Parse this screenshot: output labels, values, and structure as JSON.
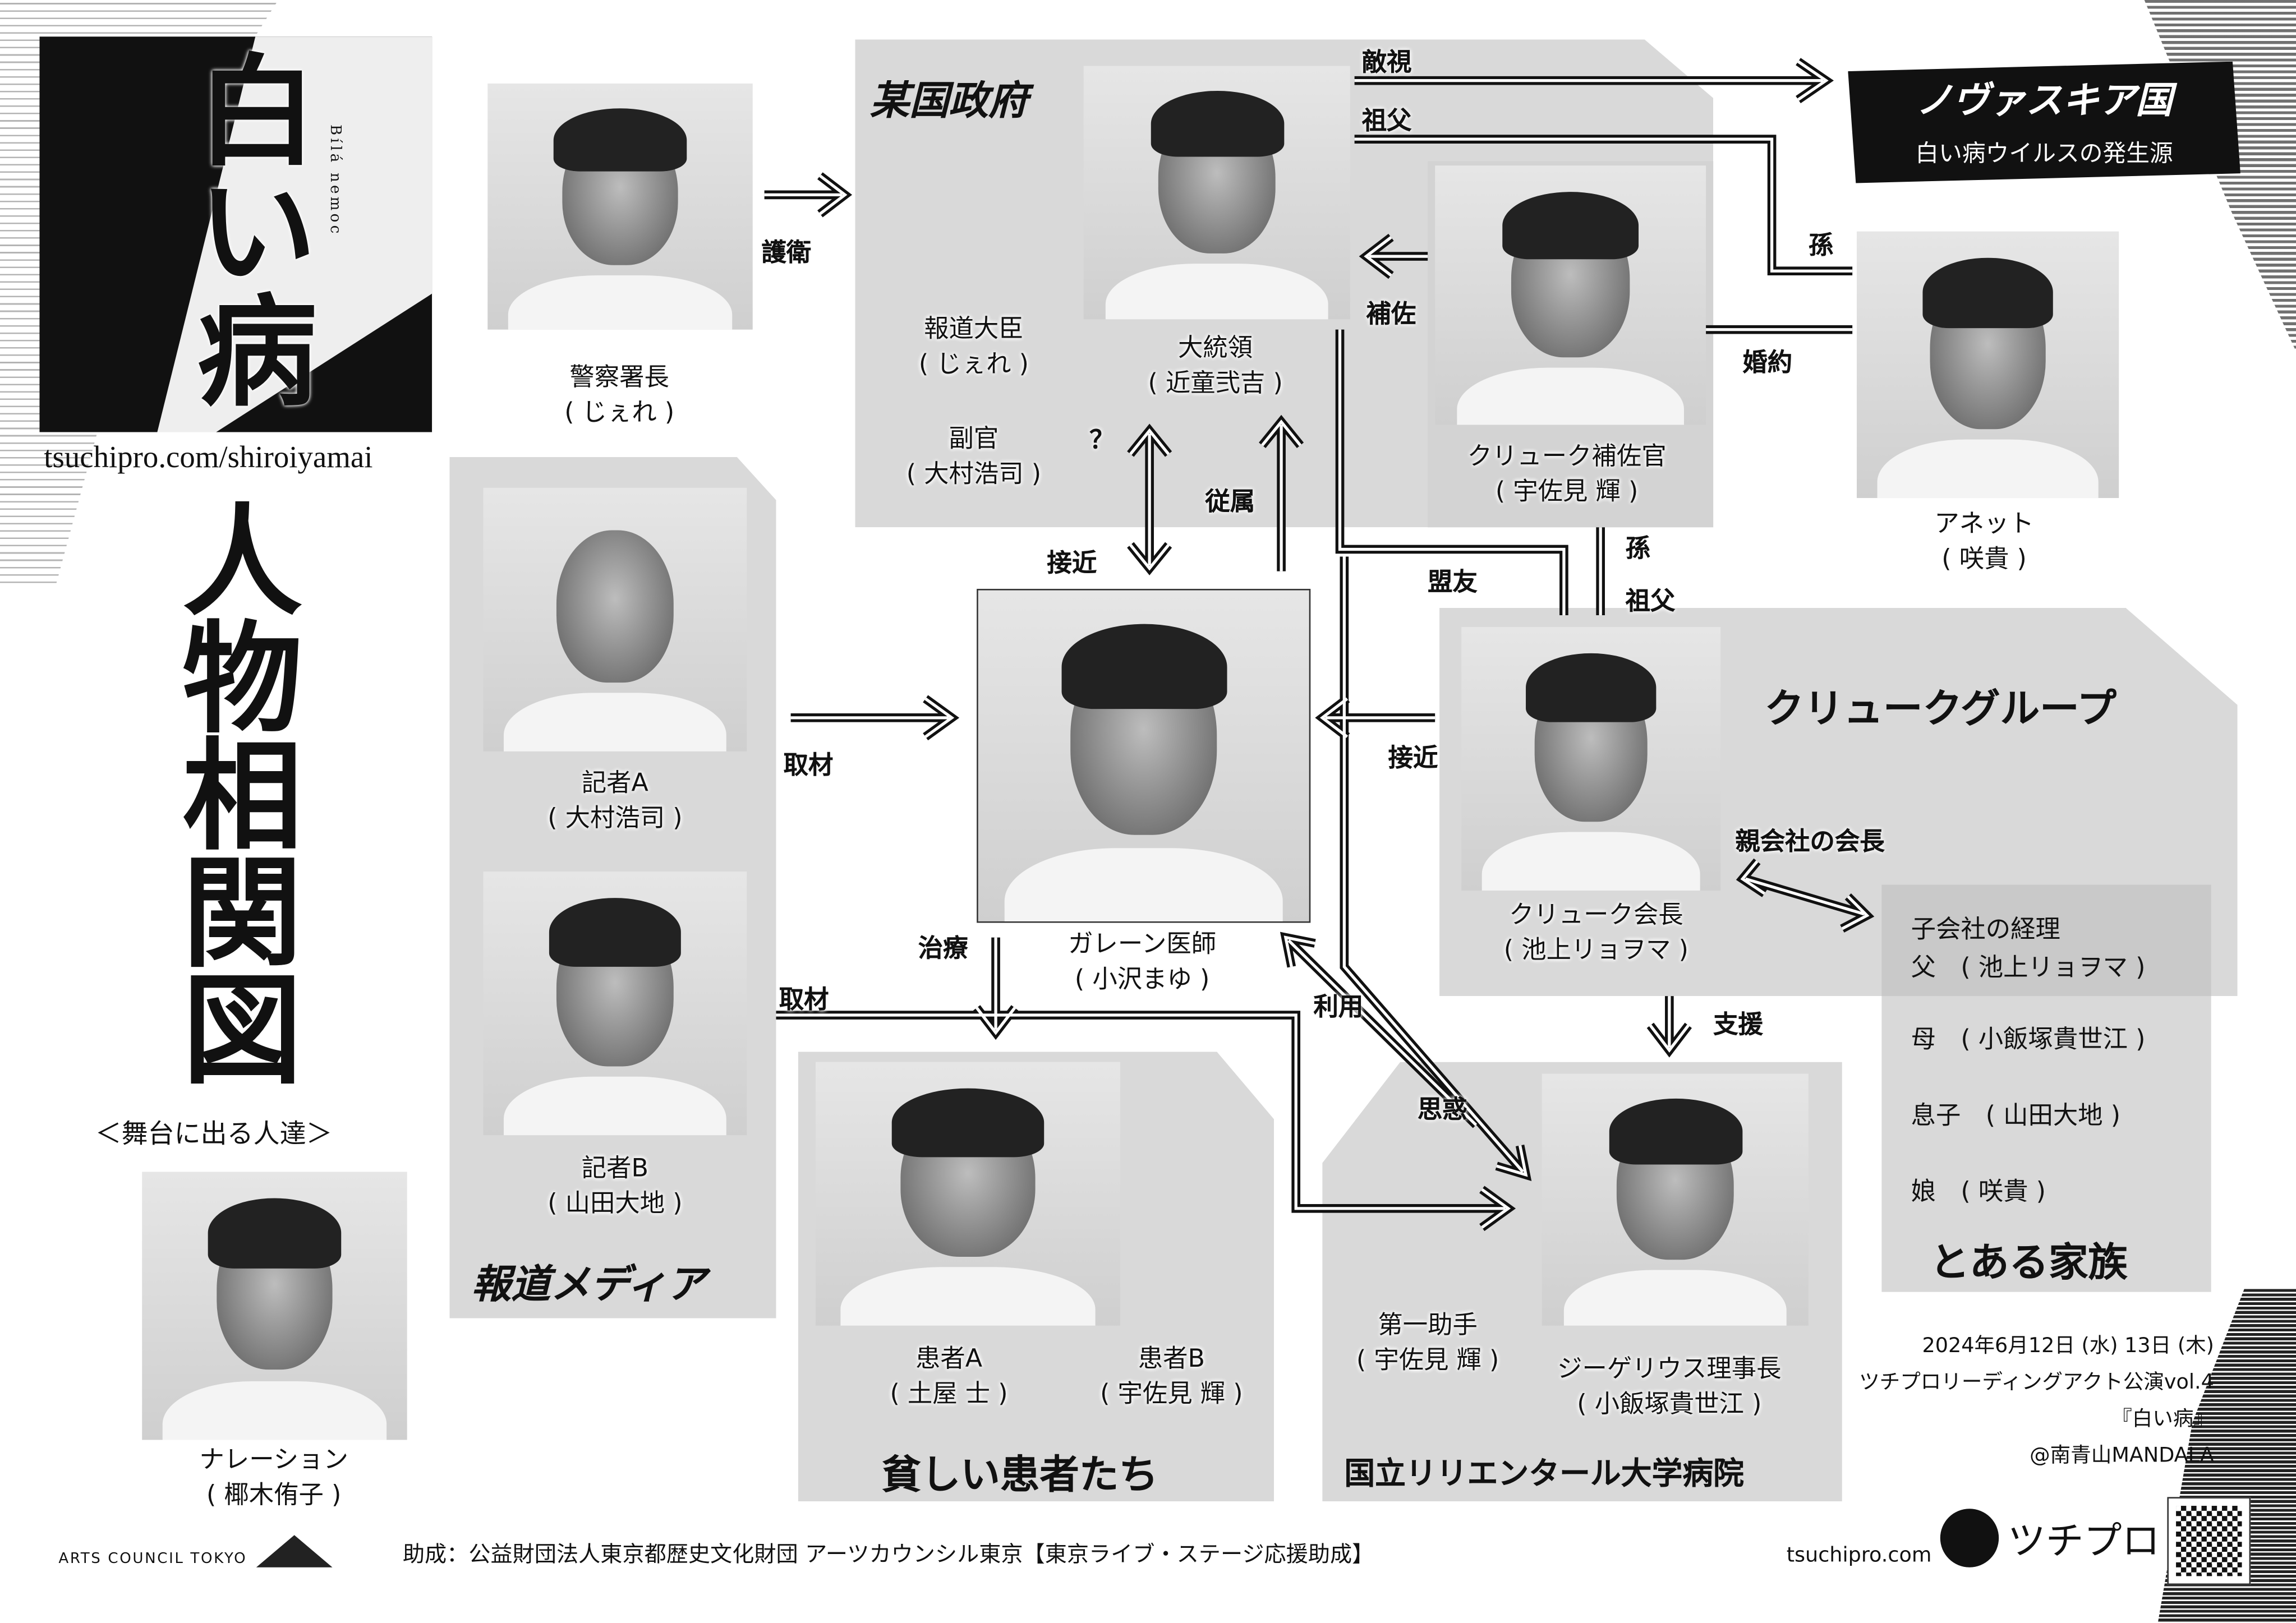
{
  "logo": {
    "title": "白い病",
    "subtitle": "Bílá nemoc"
  },
  "url": "tsuchipro.com/shiroiyamai",
  "page_title": "人物相関図",
  "page_subtitle": "＜舞台に出る人達＞",
  "narration": {
    "role": "ナレーション",
    "actor": "( 椰木侑子 )"
  },
  "characters": {
    "police_chief": {
      "role": "警察署長",
      "actor": "( じぇれ )"
    },
    "president": {
      "role": "大統領",
      "actor": "( 近童弐吉 )"
    },
    "press_minister": {
      "role": "報道大臣",
      "actor": "( じぇれ )"
    },
    "deputy": {
      "role": "副官",
      "actor": "( 大村浩司 )"
    },
    "cluke_aide": {
      "role": "クリューク補佐官",
      "actor": "( 宇佐見 輝 )"
    },
    "annette": {
      "role": "アネット",
      "actor": "( 咲貴 )"
    },
    "galen": {
      "role": "ガレーン医師",
      "actor": "( 小沢まゆ )"
    },
    "cluke_chairman": {
      "role": "クリューク会長",
      "actor": "( 池上リョヲマ )"
    },
    "reporter_a": {
      "role": "記者A",
      "actor": "( 大村浩司 )"
    },
    "reporter_b": {
      "role": "記者B",
      "actor": "( 山田大地 )"
    },
    "patient_a": {
      "role": "患者A",
      "actor": "( 土屋 士 )"
    },
    "patient_b": {
      "role": "患者B",
      "actor": "( 宇佐見 輝 )"
    },
    "first_assistant": {
      "role": "第一助手",
      "actor": "( 宇佐見 輝 )"
    },
    "director": {
      "role": "ジーゲリウス理事長",
      "actor": "( 小飯塚貴世江 )"
    }
  },
  "groups": {
    "government": "某国政府",
    "nation": {
      "name": "ノヴァスキア国",
      "desc": "白い病ウイルスの発生源"
    },
    "cluke_group": "クリュークグループ",
    "media": "報道メディア",
    "patients": "貧しい患者たち",
    "hospital": "国立リリエンタール大学病院",
    "family": {
      "title": "とある家族",
      "header": "子会社の経理",
      "members": [
        "父　( 池上リョヲマ )",
        "母　( 小飯塚貴世江 )",
        "息子　( 山田大地 )",
        "娘　( 咲貴 )"
      ]
    }
  },
  "relations": {
    "escort": "護衛",
    "hostility": "敵視",
    "grandfather_top": "祖父",
    "grandchild_top": "孫",
    "engagement": "婚約",
    "assist": "補佐",
    "question": "？",
    "approach_gov": "接近",
    "subordinate": "従属",
    "ally": "盟友",
    "grandchild": "孫",
    "grandfather": "祖父",
    "approach_cluke": "接近",
    "parent_chairman": "親会社の会長",
    "interview_a": "取材",
    "interview_b": "取材",
    "treatment": "治療",
    "use": "利用",
    "scheme": "思惑",
    "support": "支援"
  },
  "event": {
    "date": "2024年6月12日 (水) 13日 (木)",
    "series": "ツチプロリーディングアクト公演vol.4",
    "title": "『白い病』",
    "venue": "@南青山MANDALA"
  },
  "footer": {
    "arts_council": "ARTS COUNCIL TOKYO",
    "grant": "助成：公益財団法人東京都歴史文化財団 アーツカウンシル東京【東京ライブ・ステージ応援助成】",
    "site": "tsuchipro.com",
    "brand": "ツチプロ"
  }
}
